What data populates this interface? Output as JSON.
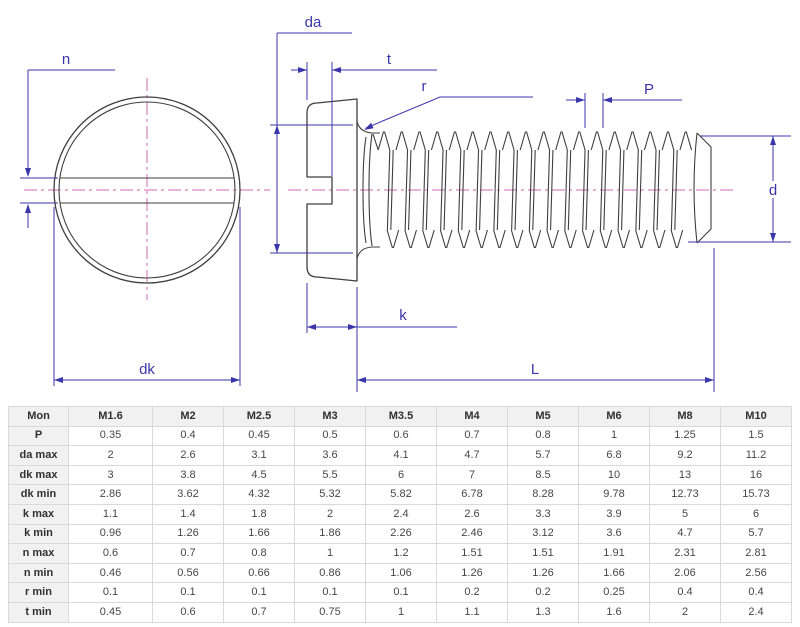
{
  "drawing": {
    "labels": {
      "n": "n",
      "dk": "dk",
      "da": "da",
      "t": "t",
      "r": "r",
      "P": "P",
      "d": "d",
      "k": "k",
      "L": "L"
    },
    "colors": {
      "line": "#3f3f3f",
      "dimension": "#3b35ab",
      "centerline": "#d06ab2"
    }
  },
  "table": {
    "columns": [
      "Mon",
      "M1.6",
      "M2",
      "M2.5",
      "M3",
      "M3.5",
      "M4",
      "M5",
      "M6",
      "M8",
      "M10"
    ],
    "rows": [
      {
        "label": "P",
        "values": [
          "0.35",
          "0.4",
          "0.45",
          "0.5",
          "0.6",
          "0.7",
          "0.8",
          "1",
          "1.25",
          "1.5"
        ]
      },
      {
        "label": "da max",
        "values": [
          "2",
          "2.6",
          "3.1",
          "3.6",
          "4.1",
          "4.7",
          "5.7",
          "6.8",
          "9.2",
          "11.2"
        ]
      },
      {
        "label": "dk max",
        "values": [
          "3",
          "3.8",
          "4.5",
          "5.5",
          "6",
          "7",
          "8.5",
          "10",
          "13",
          "16"
        ]
      },
      {
        "label": "dk min",
        "values": [
          "2.86",
          "3.62",
          "4.32",
          "5.32",
          "5.82",
          "6.78",
          "8.28",
          "9.78",
          "12.73",
          "15.73"
        ]
      },
      {
        "label": "k max",
        "values": [
          "1.1",
          "1.4",
          "1.8",
          "2",
          "2.4",
          "2.6",
          "3.3",
          "3.9",
          "5",
          "6"
        ]
      },
      {
        "label": "k min",
        "values": [
          "0.96",
          "1.26",
          "1.66",
          "1.86",
          "2.26",
          "2.46",
          "3.12",
          "3.6",
          "4.7",
          "5.7"
        ]
      },
      {
        "label": "n max",
        "values": [
          "0.6",
          "0.7",
          "0.8",
          "1",
          "1.2",
          "1.51",
          "1.51",
          "1.91",
          "2.31",
          "2.81"
        ]
      },
      {
        "label": "n min",
        "values": [
          "0.46",
          "0.56",
          "0.66",
          "0.86",
          "1.06",
          "1.26",
          "1.26",
          "1.66",
          "2.06",
          "2.56"
        ]
      },
      {
        "label": "r min",
        "values": [
          "0.1",
          "0.1",
          "0.1",
          "0.1",
          "0.1",
          "0.2",
          "0.2",
          "0.25",
          "0.4",
          "0.4"
        ]
      },
      {
        "label": "t min",
        "values": [
          "0.45",
          "0.6",
          "0.7",
          "0.75",
          "1",
          "1.1",
          "1.3",
          "1.6",
          "2",
          "2.4"
        ]
      }
    ]
  }
}
